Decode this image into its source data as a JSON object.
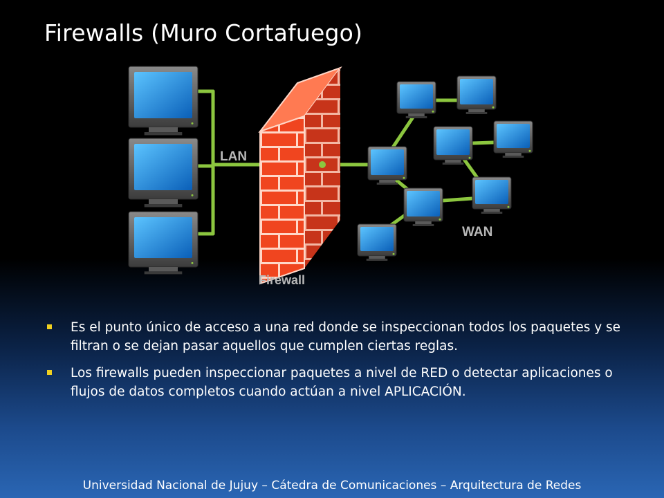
{
  "title": "Firewalls (Muro Cortafuego)",
  "diagram": {
    "lan_label": "LAN",
    "wan_label": "WAN",
    "firewall_label": "Firewall",
    "colors": {
      "link": "#8cc63f",
      "brick": "#f0451f",
      "mortar": "#ffd7c8",
      "screen": "#1f8fe0",
      "label": "#b8b8b8"
    }
  },
  "bullets": [
    "Es el punto único de acceso a una red donde se inspeccionan todos los paquetes y se filtran o se dejan pasar aquellos que cumplen ciertas reglas.",
    "Los firewalls pueden inspeccionar paquetes a nivel de RED o detectar aplicaciones o flujos de datos completos cuando actúan a nivel APLICACIÓN."
  ],
  "footer": "Universidad Nacional de Jujuy – Cátedra de Comunicaciones – Arquitectura de Redes"
}
